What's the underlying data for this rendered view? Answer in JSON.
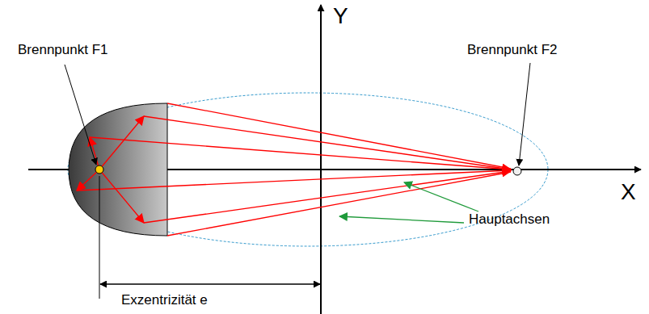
{
  "diagram": {
    "labels": [
      "Y",
      "X",
      "Brennpunkt F1",
      "Brennpunkt F2",
      "Hauptachsen",
      "Exzentrizität e"
    ]
  }
}
